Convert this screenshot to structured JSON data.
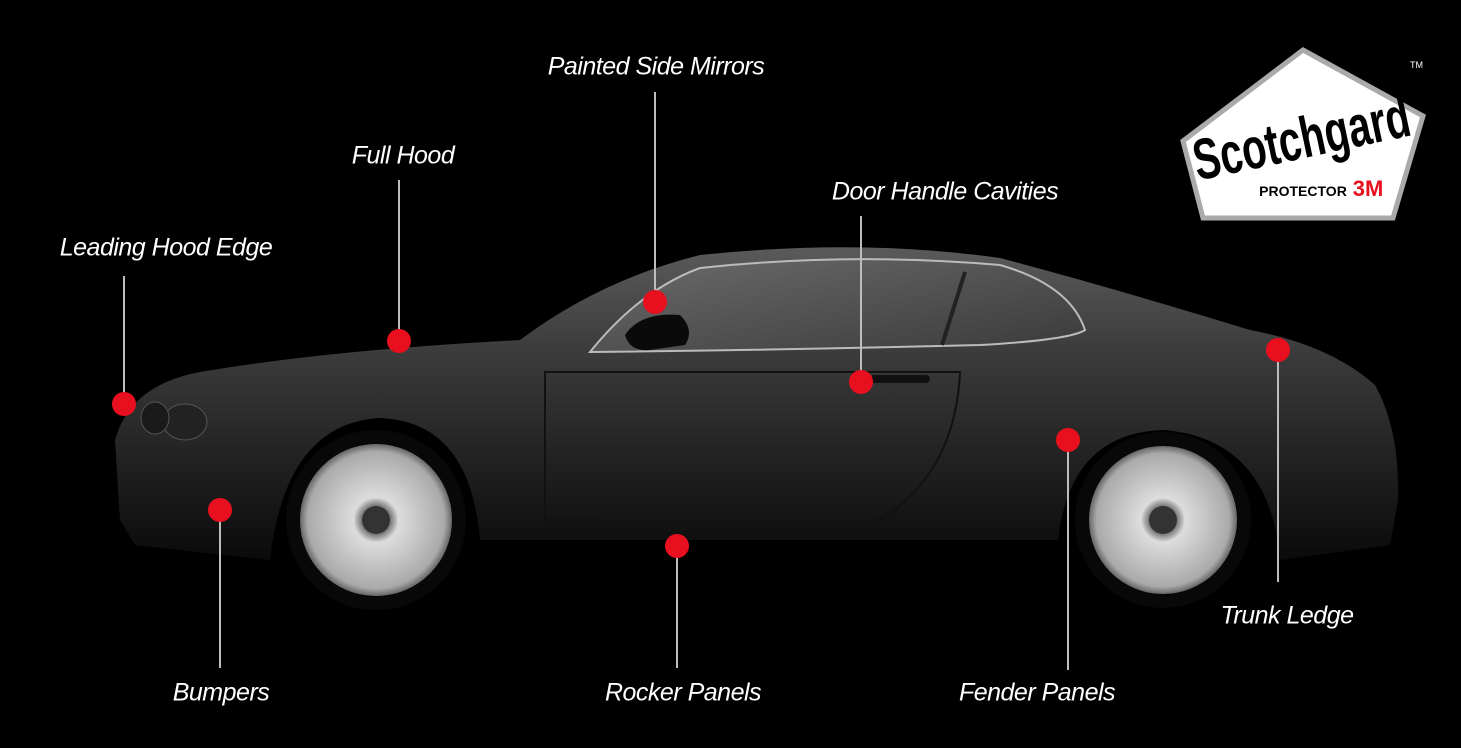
{
  "colors": {
    "background": "#000000",
    "marker": "#e8101e",
    "leader_line": "#bdbdbd",
    "label_text": "#ffffff"
  },
  "logo": {
    "brand": "Scotchgard",
    "tagline": "PROTECTOR",
    "maker": "3M",
    "trademark": "TM"
  },
  "callouts": [
    {
      "id": "painted-side-mirrors",
      "label": "Painted Side Mirrors"
    },
    {
      "id": "full-hood",
      "label": "Full Hood"
    },
    {
      "id": "leading-hood-edge",
      "label": "Leading Hood Edge"
    },
    {
      "id": "door-handle-cavities",
      "label": "Door Handle Cavities"
    },
    {
      "id": "bumpers",
      "label": "Bumpers"
    },
    {
      "id": "rocker-panels",
      "label": "Rocker Panels"
    },
    {
      "id": "fender-panels",
      "label": "Fender Panels"
    },
    {
      "id": "trunk-ledge",
      "label": "Trunk Ledge"
    }
  ]
}
